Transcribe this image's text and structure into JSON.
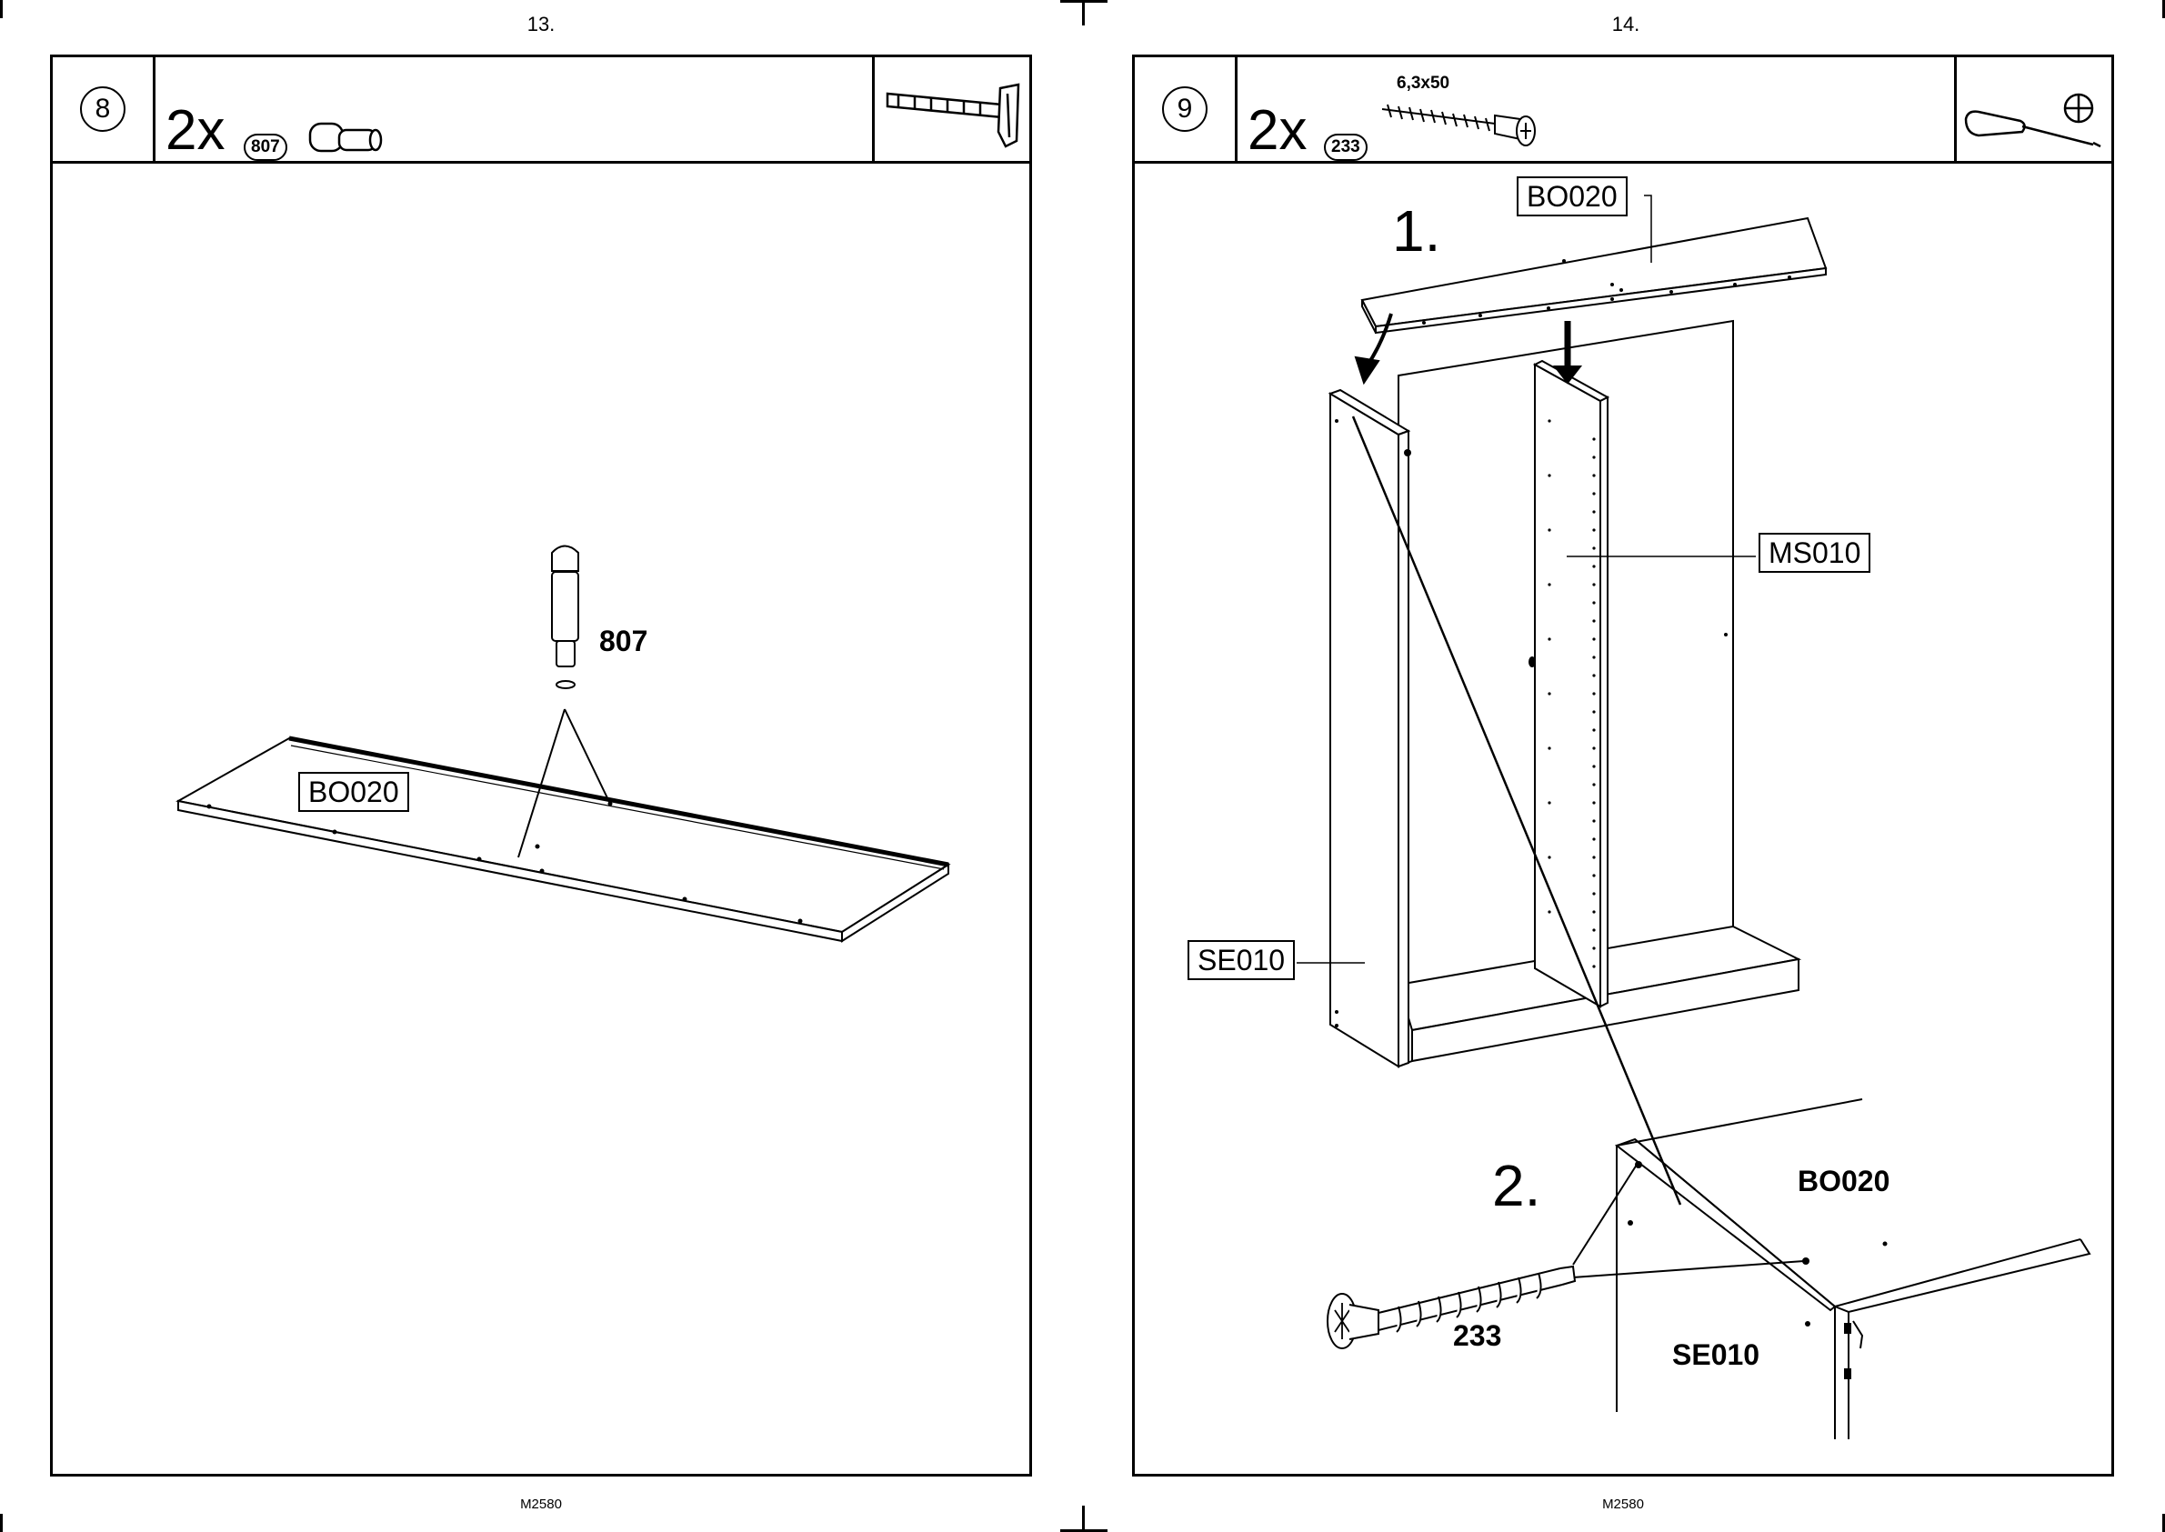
{
  "left_page": {
    "page_number": "13.",
    "footer_code": "M2580",
    "step": {
      "number": "8",
      "quantity": "2x",
      "part_badge": "807",
      "tool": "hammer-icon"
    },
    "labels": {
      "board": "BO020",
      "dowel": "807"
    }
  },
  "right_page": {
    "page_number": "14.",
    "footer_code": "M2580",
    "step": {
      "number": "9",
      "quantity": "2x",
      "part_badge": "233",
      "screw_spec": "6,3x50",
      "tool": "phillips-screwdriver-icon"
    },
    "substeps": [
      "1.",
      "2."
    ],
    "labels": {
      "top_board": "BO020",
      "middle_side": "MS010",
      "side_panel": "SE010",
      "detail_board": "BO020",
      "detail_side": "SE010",
      "screw": "233"
    }
  }
}
